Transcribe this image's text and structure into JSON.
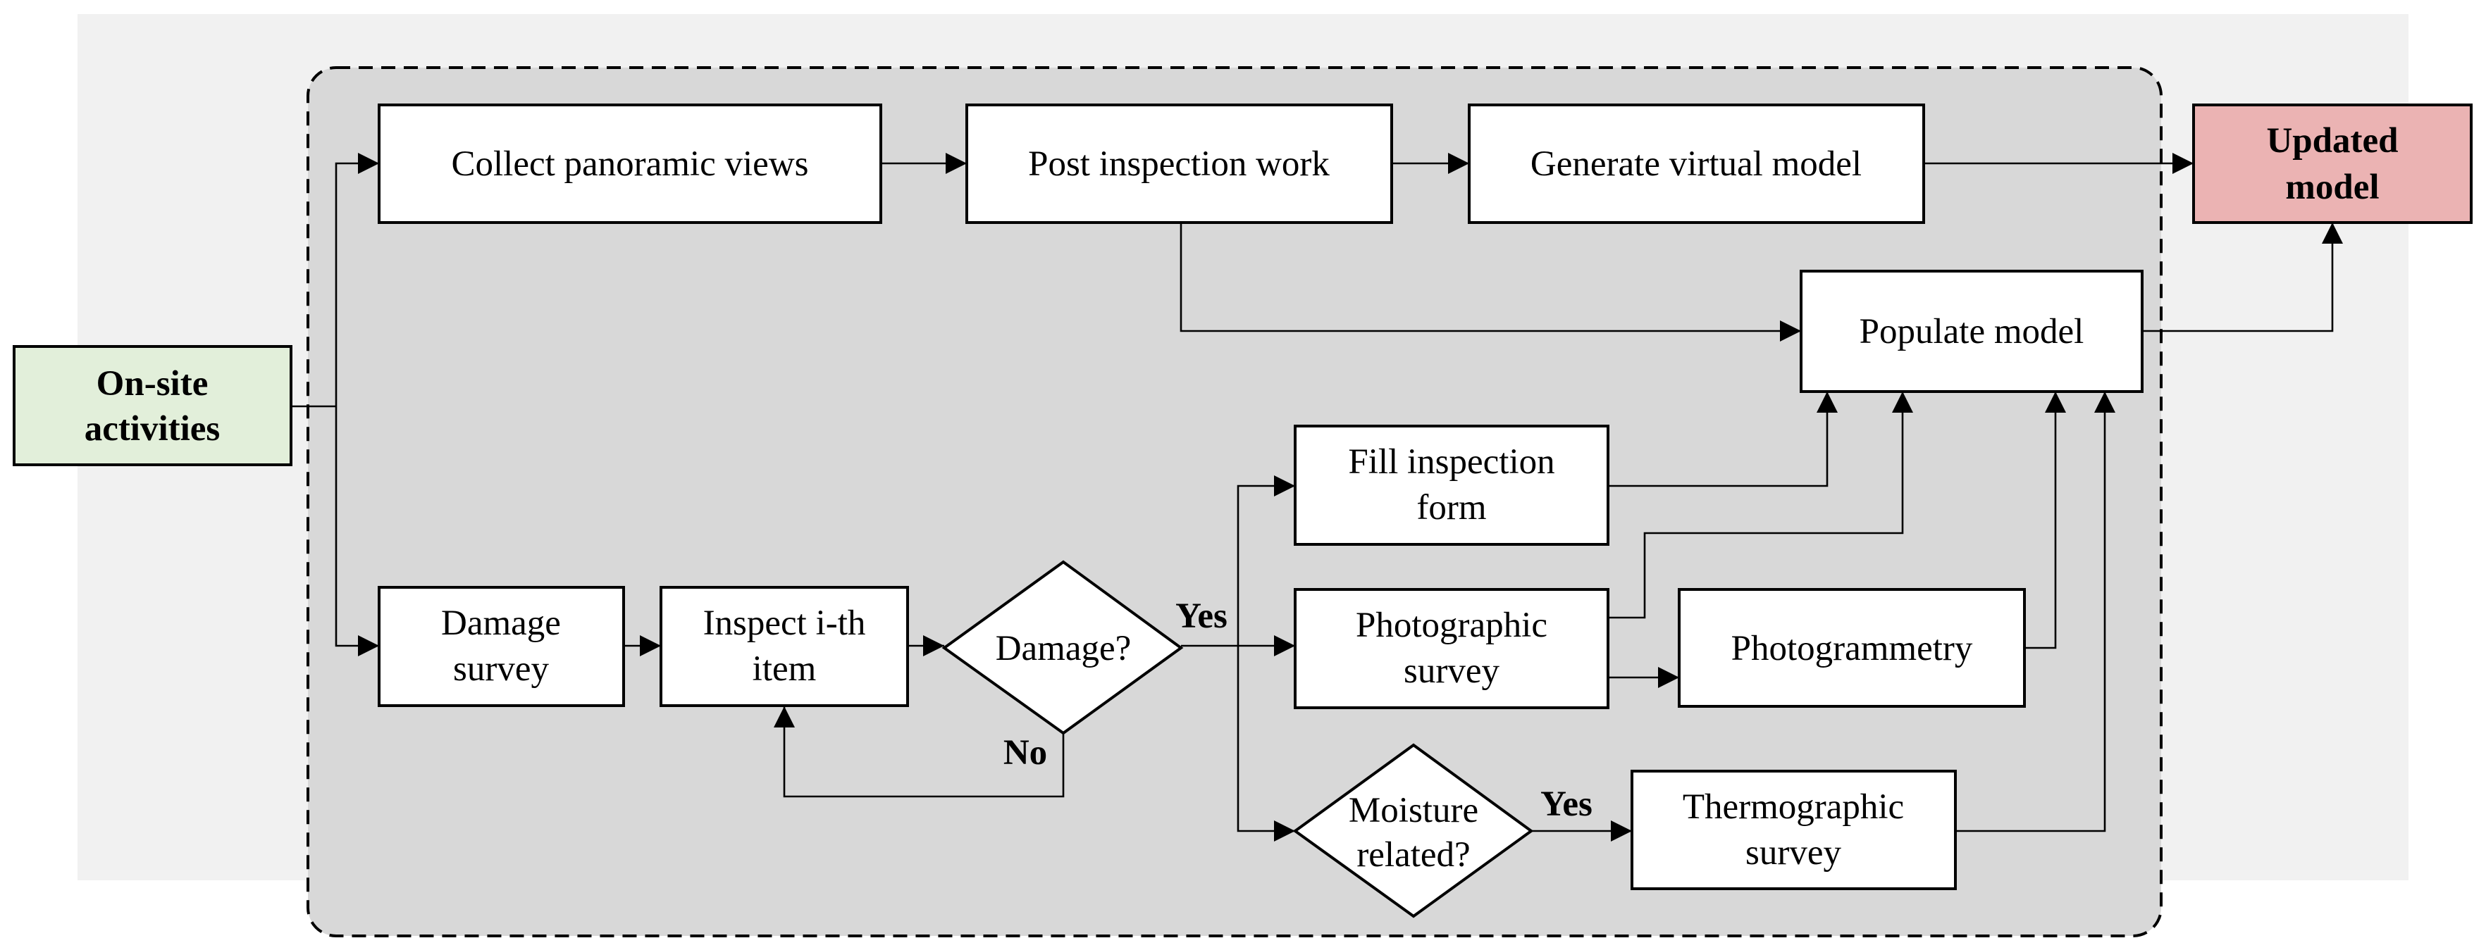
{
  "nodes": {
    "onsite": {
      "line1": "On-site",
      "line2": "activities"
    },
    "collect": {
      "line1": "Collect panoramic views"
    },
    "post": {
      "line1": "Post inspection work"
    },
    "generate": {
      "line1": "Generate virtual model"
    },
    "updated": {
      "line1": "Updated",
      "line2": "model"
    },
    "populate": {
      "line1": "Populate model"
    },
    "fill": {
      "line1": "Fill inspection",
      "line2": "form"
    },
    "damage_survey": {
      "line1": "Damage",
      "line2": "survey"
    },
    "inspect": {
      "line1": "Inspect i-th",
      "line2": "item"
    },
    "damage_q": {
      "line1": "Damage?"
    },
    "photo": {
      "line1": "Photographic",
      "line2": "survey"
    },
    "photogrammetry": {
      "line1": "Photogrammetry"
    },
    "moisture": {
      "line1": "Moisture",
      "line2": "related?"
    },
    "thermo": {
      "line1": "Thermographic",
      "line2": "survey"
    }
  },
  "edge_labels": {
    "yes_damage": "Yes",
    "no_damage": "No",
    "yes_moisture": "Yes"
  },
  "colors": {
    "outer_bg": "#f1f1f1",
    "group_bg": "#d8d8d8",
    "onsite_fill": "#e2efda",
    "updated_fill": "#ebb3b3",
    "box_fill": "#ffffff",
    "stroke": "#000000"
  }
}
